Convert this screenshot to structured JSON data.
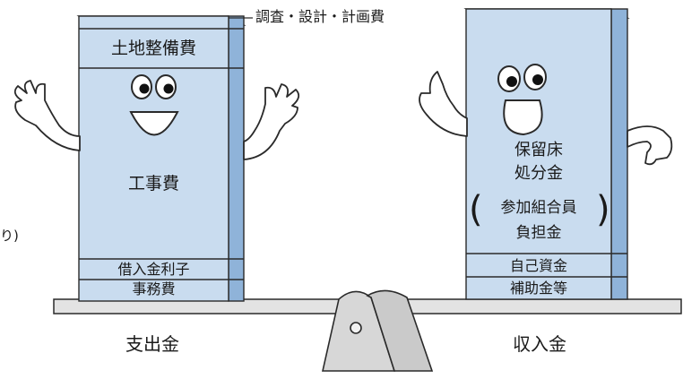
{
  "expenditure": {
    "caption": "支出金",
    "survey_label": "調査・設計・計画費",
    "land_label": "土地整備費",
    "construction_label": "工事費",
    "interest_label": "借入金利子",
    "office_label": "事務費"
  },
  "income": {
    "caption": "収入金",
    "reserved_label_1": "保留床",
    "reserved_label_2": "処分金",
    "member_label_1": "参加組合員",
    "member_label_2": "負担金",
    "own_funds_label": "自己資金",
    "subsidy_label": "補助金等"
  },
  "edge_fragment": "り)",
  "colors": {
    "block_face": "#c9dcef",
    "block_side": "#8fb3d9",
    "block_top": "#e1ecf7",
    "beam": "#e3e3e3",
    "fulcrum": "#d7d7d7",
    "line": "#2a2a2a"
  }
}
